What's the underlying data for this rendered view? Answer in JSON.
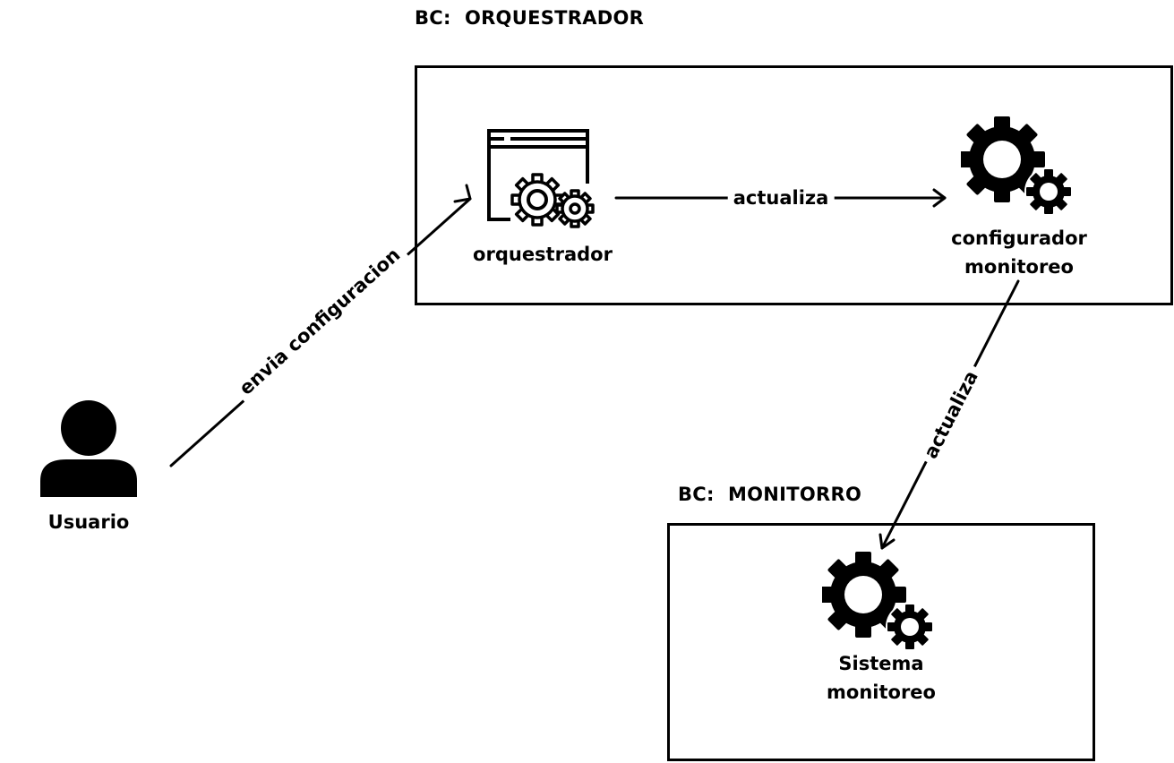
{
  "contexts": {
    "orquestrador": {
      "title": "BC:  ORQUESTRADOR"
    },
    "monitorro": {
      "title": "BC:  MONITORRO"
    }
  },
  "nodes": {
    "usuario": {
      "label": "Usuario",
      "icon": "user-icon"
    },
    "orquestrador": {
      "label": "orquestrador",
      "icon": "app-window-gears-icon"
    },
    "configurador": {
      "label_line1": "configurador",
      "label_line2": "monitoreo",
      "icon": "gears-icon"
    },
    "sistema": {
      "label_line1": "Sistema",
      "label_line2": "monitoreo",
      "icon": "gears-icon"
    }
  },
  "edges": {
    "envia": {
      "label": "envia configuracion"
    },
    "actualiza_h": {
      "label": "actualiza"
    },
    "actualiza_v": {
      "label": "actualiza"
    }
  }
}
